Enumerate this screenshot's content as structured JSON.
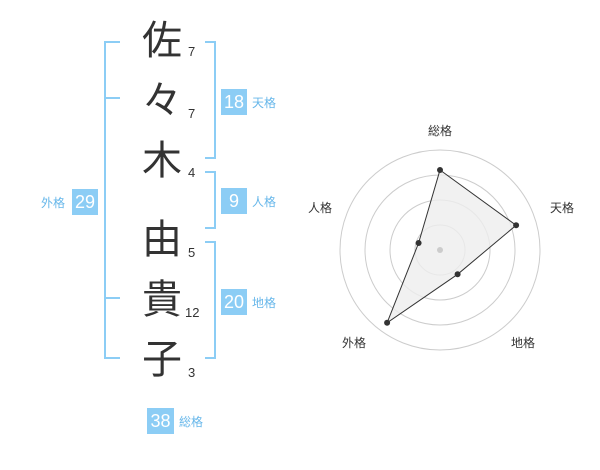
{
  "name": {
    "characters": [
      "佐",
      "々",
      "木",
      "由",
      "貴",
      "子"
    ],
    "strokes": [
      "7",
      "7",
      "4",
      "5",
      "12",
      "3"
    ]
  },
  "fortunes": {
    "tenkaku": {
      "value": "18",
      "label": "天格"
    },
    "jinkaku": {
      "value": "9",
      "label": "人格"
    },
    "chikaku": {
      "value": "20",
      "label": "地格"
    },
    "gaikaku": {
      "value": "29",
      "label": "外格"
    },
    "soukaku": {
      "value": "38",
      "label": "総格"
    }
  },
  "colors": {
    "bracket": "#8ccdf5",
    "badge_bg": "#8ccdf5",
    "badge_label": "#67b7ea",
    "radar_fill": "#eeeeee",
    "radar_line": "#333333"
  },
  "chart_data": {
    "type": "radar",
    "axes": [
      "総格",
      "天格",
      "地格",
      "外格",
      "人格"
    ],
    "levels": 4,
    "values": [
      3.2,
      3.2,
      1.2,
      3.6,
      0.9
    ],
    "max": 4
  }
}
